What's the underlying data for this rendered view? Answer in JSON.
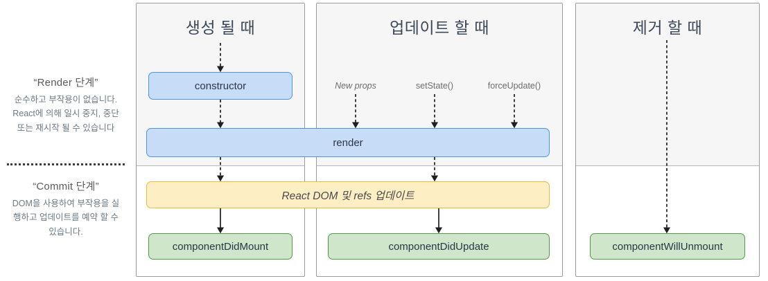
{
  "legend": {
    "render_phase": {
      "title": "“Render 단계”",
      "body": "순수하고 부작용이 없습니다. React에 의해 일시 중지, 중단 또는 재시작 될 수 있습니다"
    },
    "commit_phase": {
      "title": "“Commit 단계”",
      "body": "DOM을 사용하여 부작용을 실행하고 업데이트를 예약 할 수 있습니다."
    }
  },
  "panels": [
    {
      "id": "mount",
      "title": "생성 될 때",
      "nodes": [
        {
          "id": "constructor",
          "label": "constructor",
          "color": "#c6dcf7"
        },
        {
          "id": "did-mount",
          "label": "componentDidMount",
          "color": "#cfe6cb"
        }
      ]
    },
    {
      "id": "update",
      "title": "업데이트 할 때",
      "triggers": [
        {
          "id": "new-props",
          "label": "New props",
          "style": "italic"
        },
        {
          "id": "setstate",
          "label": "setState()",
          "style": "normal"
        },
        {
          "id": "forceupdate",
          "label": "forceUpdate()",
          "style": "normal"
        }
      ],
      "nodes": [
        {
          "id": "did-update",
          "label": "componentDidUpdate",
          "color": "#cfe6cb"
        }
      ]
    },
    {
      "id": "unmount",
      "title": "제거 할 때",
      "nodes": [
        {
          "id": "will-unmount",
          "label": "componentWillUnmount",
          "color": "#cfe6cb"
        }
      ]
    }
  ],
  "shared_nodes": [
    {
      "id": "render",
      "label": "render",
      "color": "#c6dcf7"
    },
    {
      "id": "reactdom",
      "label": "React DOM 및 refs 업데이트",
      "color": "#fdeec4"
    }
  ],
  "colors": {
    "render_box_fill": "#c6dcf7",
    "render_box_border": "#4f93e8",
    "commit_box_fill": "#cfe6cb",
    "commit_box_border": "#4f9b46",
    "dom_box_fill": "#fdeec4",
    "dom_box_border": "#e8b93c",
    "render_zone_bg": "#f6f6f6",
    "panel_border": "#9a9a9a",
    "arrow": "#1f1f1f"
  }
}
